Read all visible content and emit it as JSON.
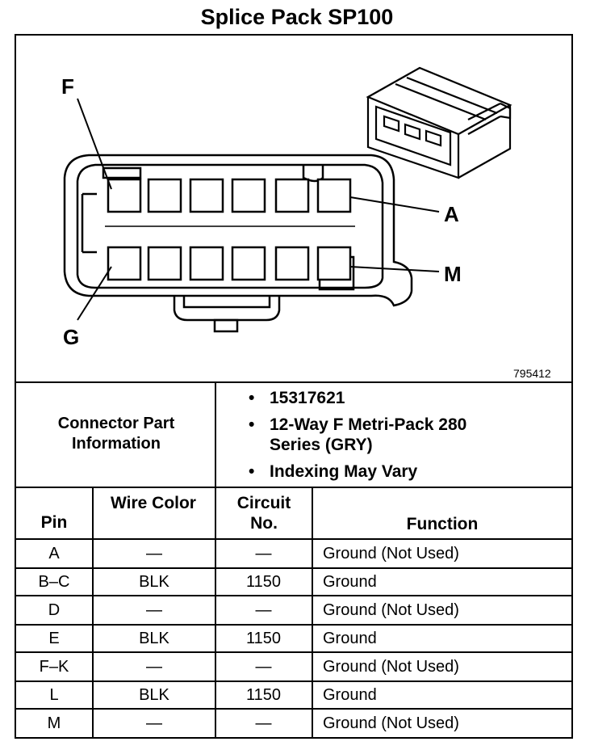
{
  "title": "Splice Pack SP100",
  "diagram": {
    "callouts": {
      "f": "F",
      "a": "A",
      "m": "M",
      "g": "G"
    },
    "figure_number": "795412"
  },
  "connector_info": {
    "label": "Connector Part Information",
    "bullets": [
      "15317621",
      "12-Way F Metri-Pack 280 Series (GRY)",
      "Indexing May Vary"
    ]
  },
  "table": {
    "headers": {
      "pin": "Pin",
      "wire_color": "Wire Color",
      "circuit_no": "Circuit No.",
      "function": "Function"
    },
    "rows": [
      {
        "pin": "A",
        "wire_color": "—",
        "circuit_no": "—",
        "function": "Ground (Not Used)"
      },
      {
        "pin": "B–C",
        "wire_color": "BLK",
        "circuit_no": "1150",
        "function": "Ground"
      },
      {
        "pin": "D",
        "wire_color": "—",
        "circuit_no": "—",
        "function": "Ground (Not Used)"
      },
      {
        "pin": "E",
        "wire_color": "BLK",
        "circuit_no": "1150",
        "function": "Ground"
      },
      {
        "pin": "F–K",
        "wire_color": "—",
        "circuit_no": "—",
        "function": "Ground (Not Used)"
      },
      {
        "pin": "L",
        "wire_color": "BLK",
        "circuit_no": "1150",
        "function": "Ground"
      },
      {
        "pin": "M",
        "wire_color": "—",
        "circuit_no": "—",
        "function": "Ground (Not Used)"
      }
    ]
  }
}
